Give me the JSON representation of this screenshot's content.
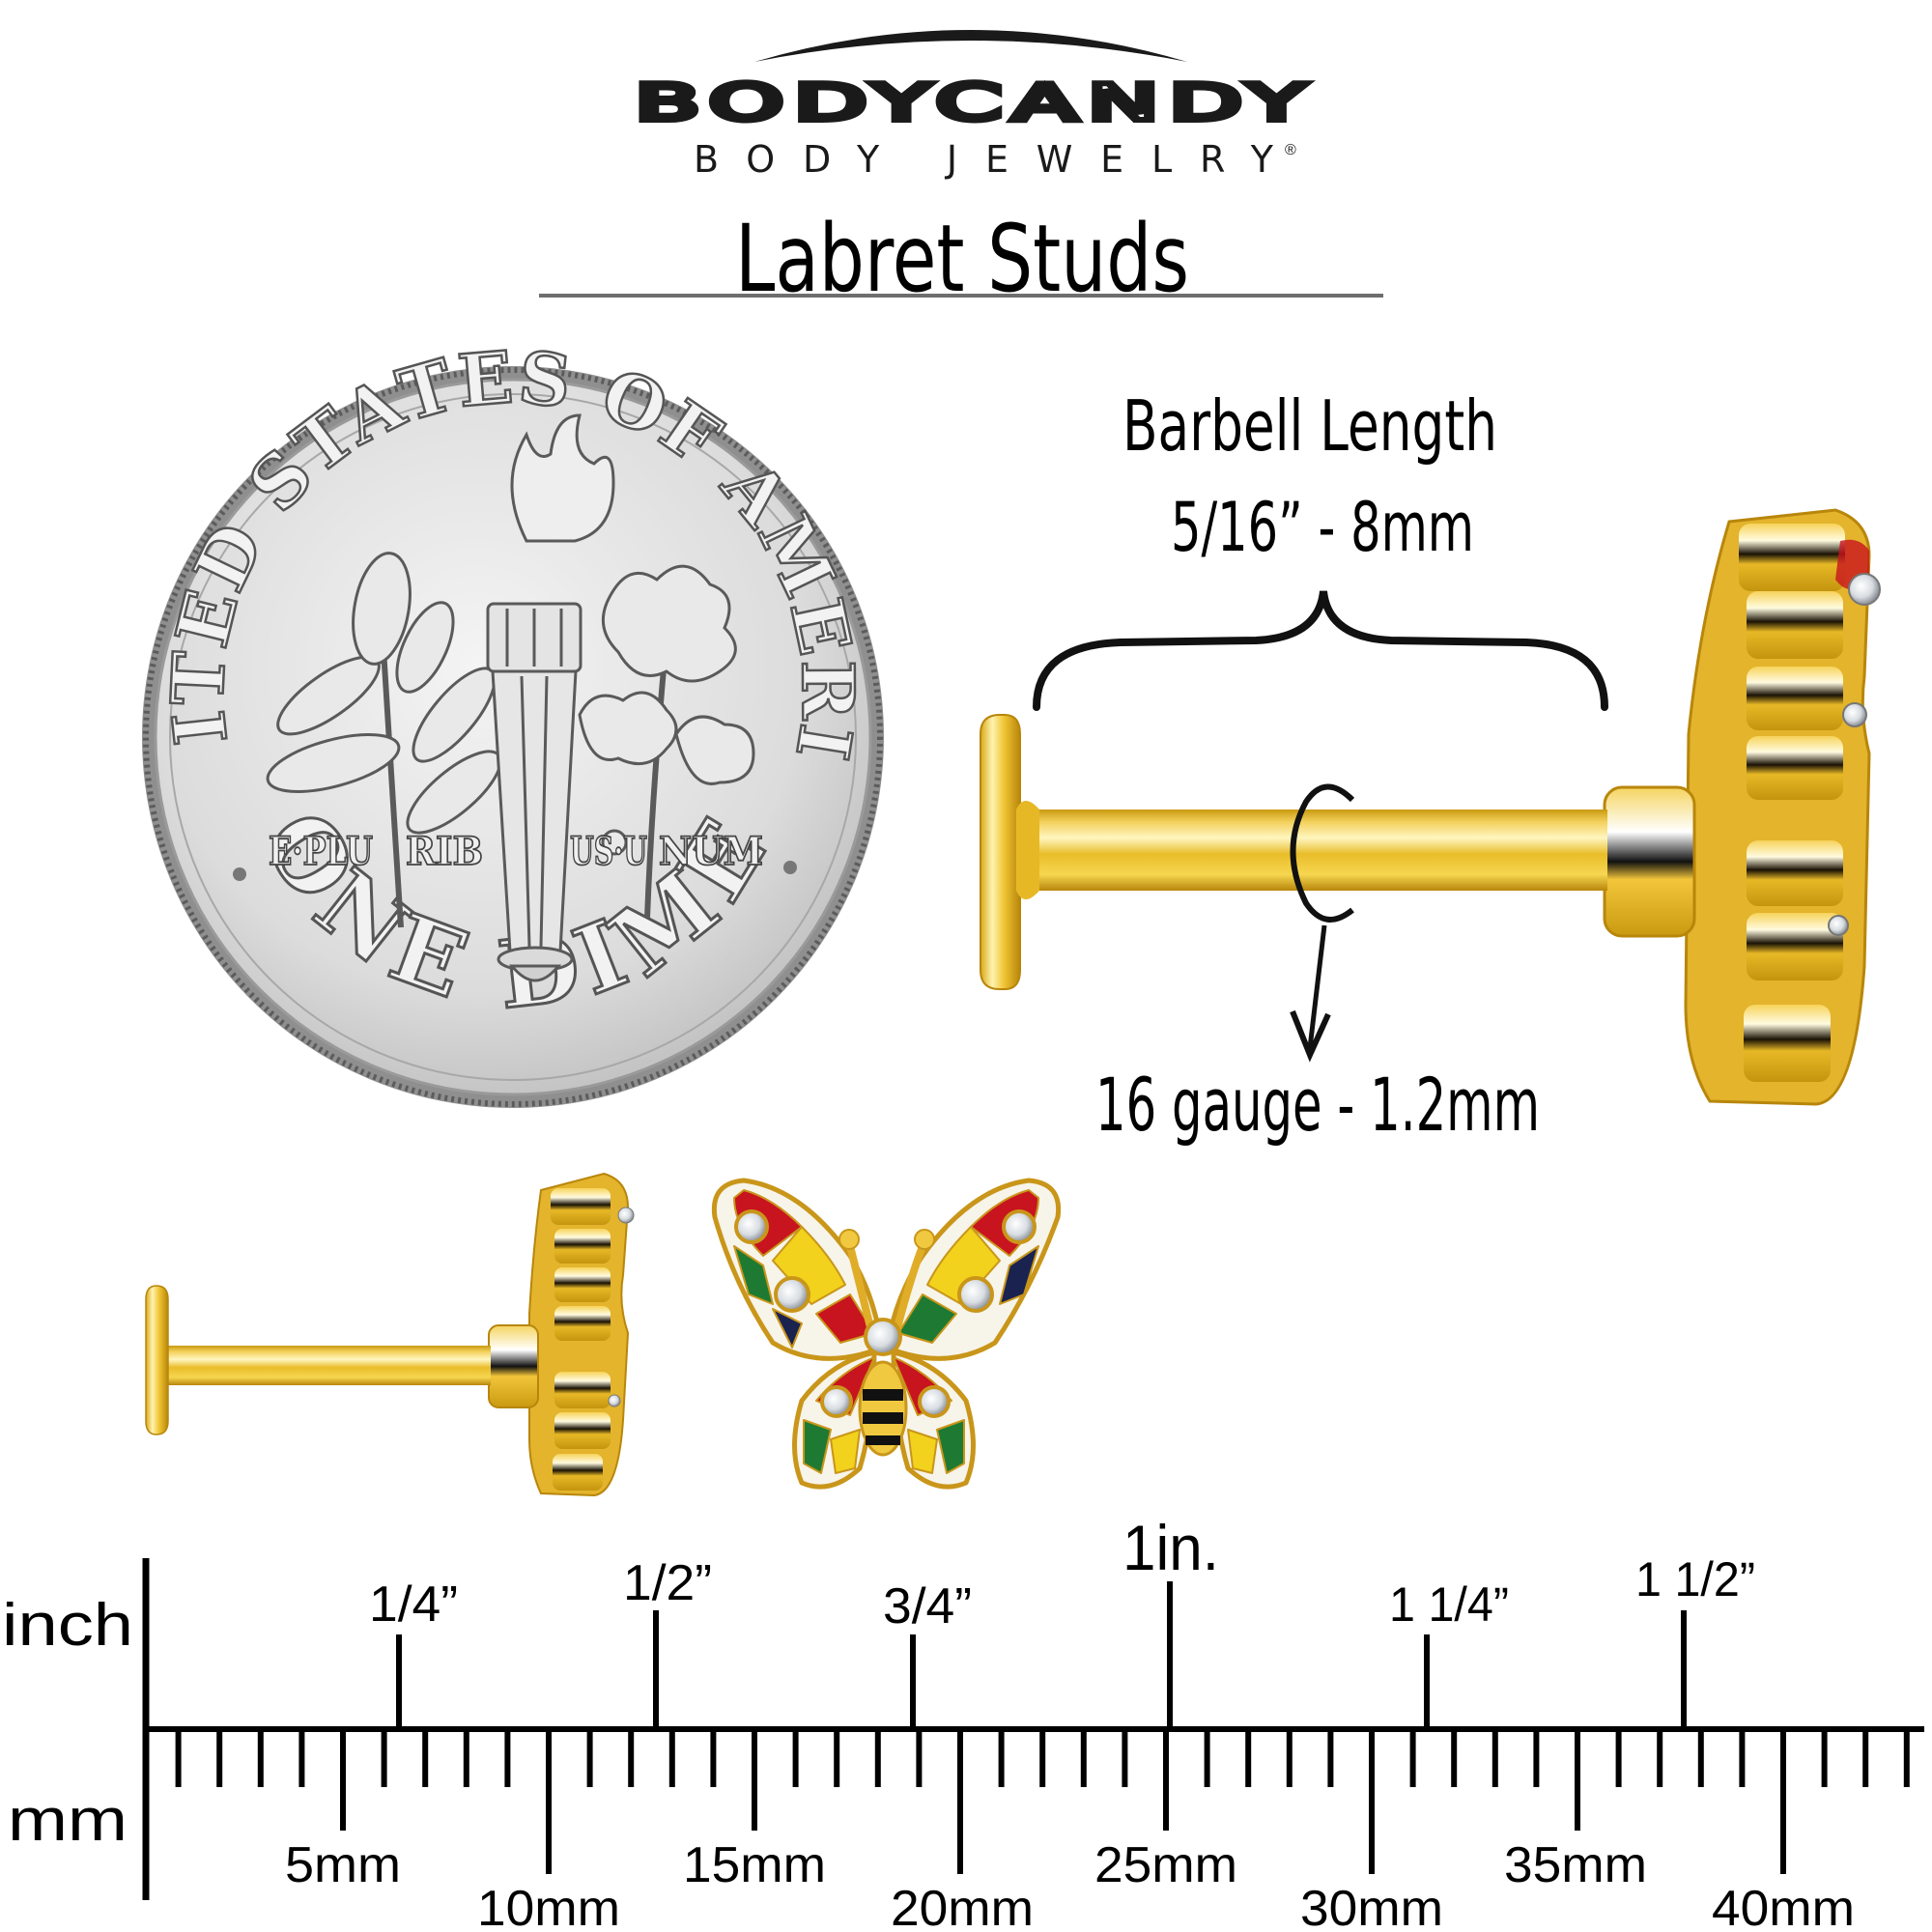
{
  "header": {
    "brand": "BODYCANDY",
    "subtitle": "BODY JEWELRY",
    "registered_mark": "®",
    "page_title": "Labret Studs"
  },
  "coin": {
    "name": "One Dime",
    "top_legend": "UNITED STATES OF AMERICA",
    "motto_parts": [
      "E·PLU",
      "RIB",
      "US·U",
      "NUM"
    ],
    "bottom_legend": "ONE DIME"
  },
  "annotations": {
    "barbell_length_label": "Barbell Length",
    "barbell_length_value": "5/16” - 8mm",
    "gauge_label": "16 gauge - 1.2mm"
  },
  "products": {
    "large_side_view": "Labret stud side view (gold)",
    "small_side_view": "Labret stud side view (gold, actual size)",
    "front_view": "Enamel butterfly top with crystals"
  },
  "colors": {
    "gold": "#e8b820",
    "gold_dark": "#b8860b",
    "gold_light": "#fff2a8",
    "silver": "#c8c8c8",
    "enamel_red": "#c8141e",
    "enamel_yellow": "#f2d21c",
    "enamel_green": "#1e7a32",
    "enamel_navy": "#1a2350",
    "enamel_white": "#f7f4ea"
  },
  "ruler": {
    "inch_axis_label": "inch",
    "mm_axis_label": "mm",
    "inch_marks": [
      {
        "label": "1/4”",
        "value": 0.25
      },
      {
        "label": "1/2”",
        "value": 0.5
      },
      {
        "label": "3/4”",
        "value": 0.75
      },
      {
        "label": "1in.",
        "value": 1.0
      },
      {
        "label": "1 1/4”",
        "value": 1.25
      },
      {
        "label": "1 1/2”",
        "value": 1.5
      }
    ],
    "mm_marks": [
      {
        "label": "5mm",
        "value": 5
      },
      {
        "label": "10mm",
        "value": 10
      },
      {
        "label": "15mm",
        "value": 15
      },
      {
        "label": "20mm",
        "value": 20
      },
      {
        "label": "25mm",
        "value": 25
      },
      {
        "label": "30mm",
        "value": 30
      },
      {
        "label": "35mm",
        "value": 35
      },
      {
        "label": "40mm",
        "value": 40
      }
    ],
    "mm_tick_count": 43
  }
}
